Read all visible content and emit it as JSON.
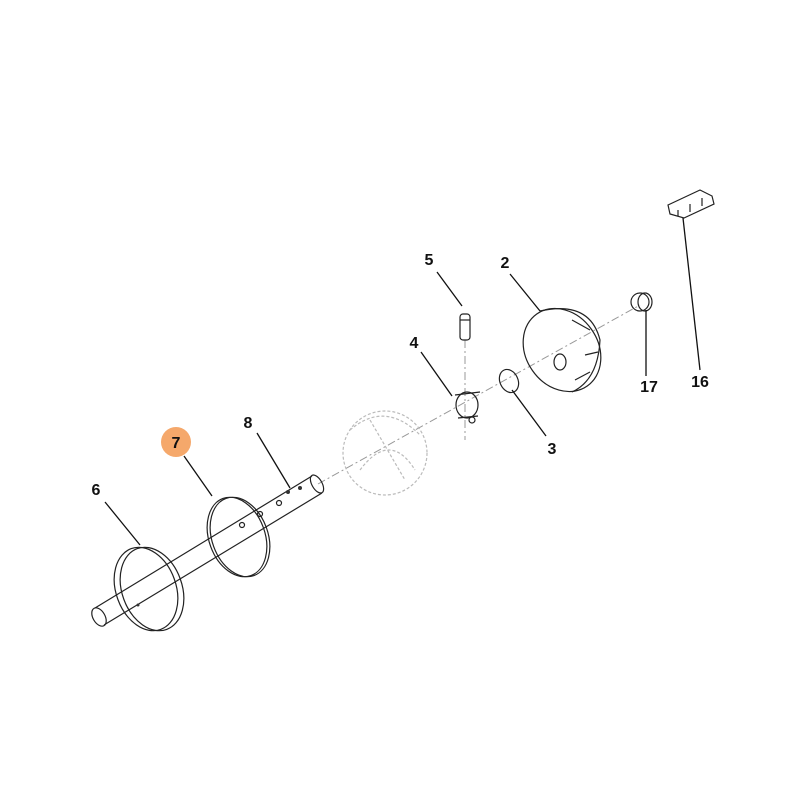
{
  "diagram": {
    "highlight_color": "#F5A86B",
    "highlighted_callout": "7",
    "callouts": [
      {
        "id": "c2",
        "label": "2",
        "part": "cover-bowl"
      },
      {
        "id": "c3",
        "label": "3",
        "part": "o-ring"
      },
      {
        "id": "c4",
        "label": "4",
        "part": "clamp"
      },
      {
        "id": "c5",
        "label": "5",
        "part": "pin"
      },
      {
        "id": "c6",
        "label": "6",
        "part": "ring"
      },
      {
        "id": "c7",
        "label": "7",
        "part": "ring"
      },
      {
        "id": "c8",
        "label": "8",
        "part": "shaft"
      },
      {
        "id": "c16",
        "label": "16",
        "part": "clip"
      },
      {
        "id": "c17",
        "label": "17",
        "part": "knob"
      }
    ]
  }
}
